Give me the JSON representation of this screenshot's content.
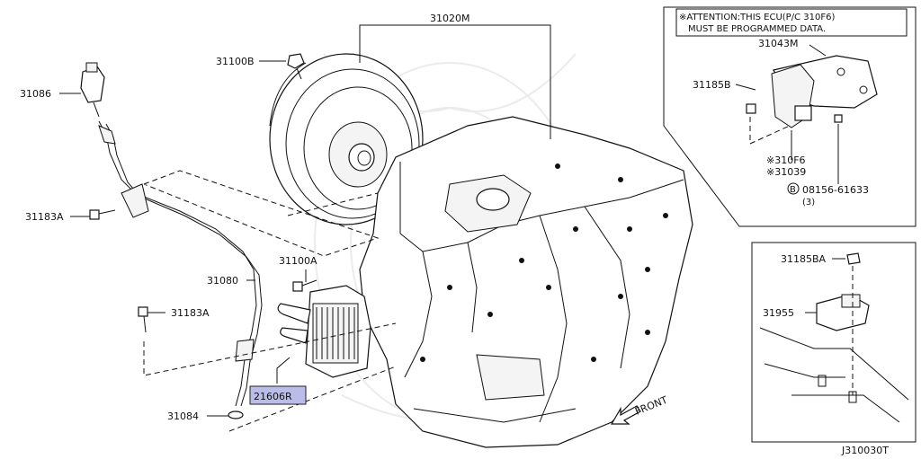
{
  "diagram": {
    "figure_code": "J310030T",
    "attention_note": {
      "line1": "※ATTENTION:THIS ECU(P/C 310F6)",
      "line2": "MUST BE PROGRAMMED DATA."
    },
    "front_label": "FRONT",
    "labels": {
      "transaxle": "31020M",
      "bolt_top": "31100B",
      "dipstick_tube_sensor": "31086",
      "bolt_left": "31183A",
      "bolt_mid": "31100A",
      "tube": "31080",
      "bolt_lower": "31183A",
      "cooler": "21606R",
      "oring": "31084",
      "ecu_bracket": "31043M",
      "ecu_bolt": "31185B",
      "ecu_pc1": "※310F6",
      "ecu_pc2": "※31039",
      "ecu_bolt_code": "08156-61633",
      "ecu_bolt_qty": "(3)",
      "ecu_bolt_circle": "B",
      "sensor_nut": "31185BA",
      "sensor": "31955"
    }
  }
}
